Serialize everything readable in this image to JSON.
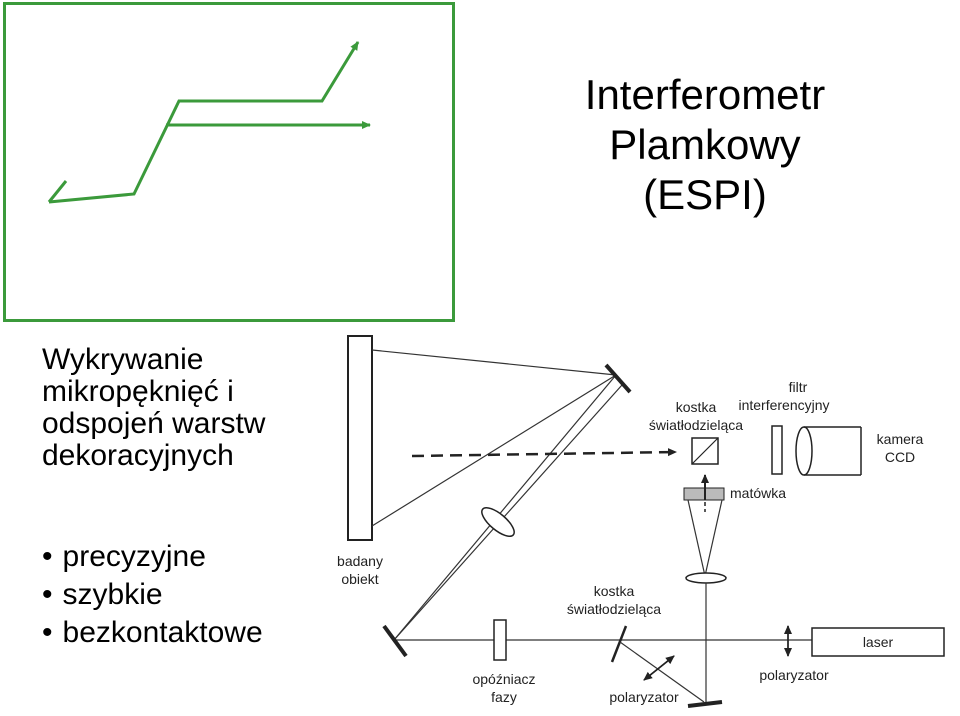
{
  "title_lines": [
    "Interferometr",
    "Plamkowy",
    "(ESPI)"
  ],
  "subtitle_lines": [
    "Wykrywanie",
    "mikropęknięć i",
    "odspojeń warstw",
    "dekoracyjnych"
  ],
  "bullets": [
    "precyzyjne",
    "szybkie",
    "bezkontaktowe"
  ],
  "setup_labels": {
    "filtr_1": "filtr",
    "filtr_2": "interferencyjny",
    "kostka_top_1": "kostka",
    "kostka_top_2": "światłodzieląca",
    "kamera_1": "kamera",
    "kamera_2": "CCD",
    "matowka": "matówka",
    "badany_1": "badany",
    "badany_2": "obiekt",
    "kostka_bot_1": "kostka",
    "kostka_bot_2": "światłodzieląca",
    "laser": "laser",
    "polaryzator_right": "polaryzator",
    "opozniacz_1": "opóźniacz",
    "opozniacz_2": "fazy",
    "polaryzator_bottom": "polaryzator"
  },
  "colors": {
    "frame": "#3b9a3b",
    "arrows": "#3b9a3b",
    "setup": "#222222"
  }
}
